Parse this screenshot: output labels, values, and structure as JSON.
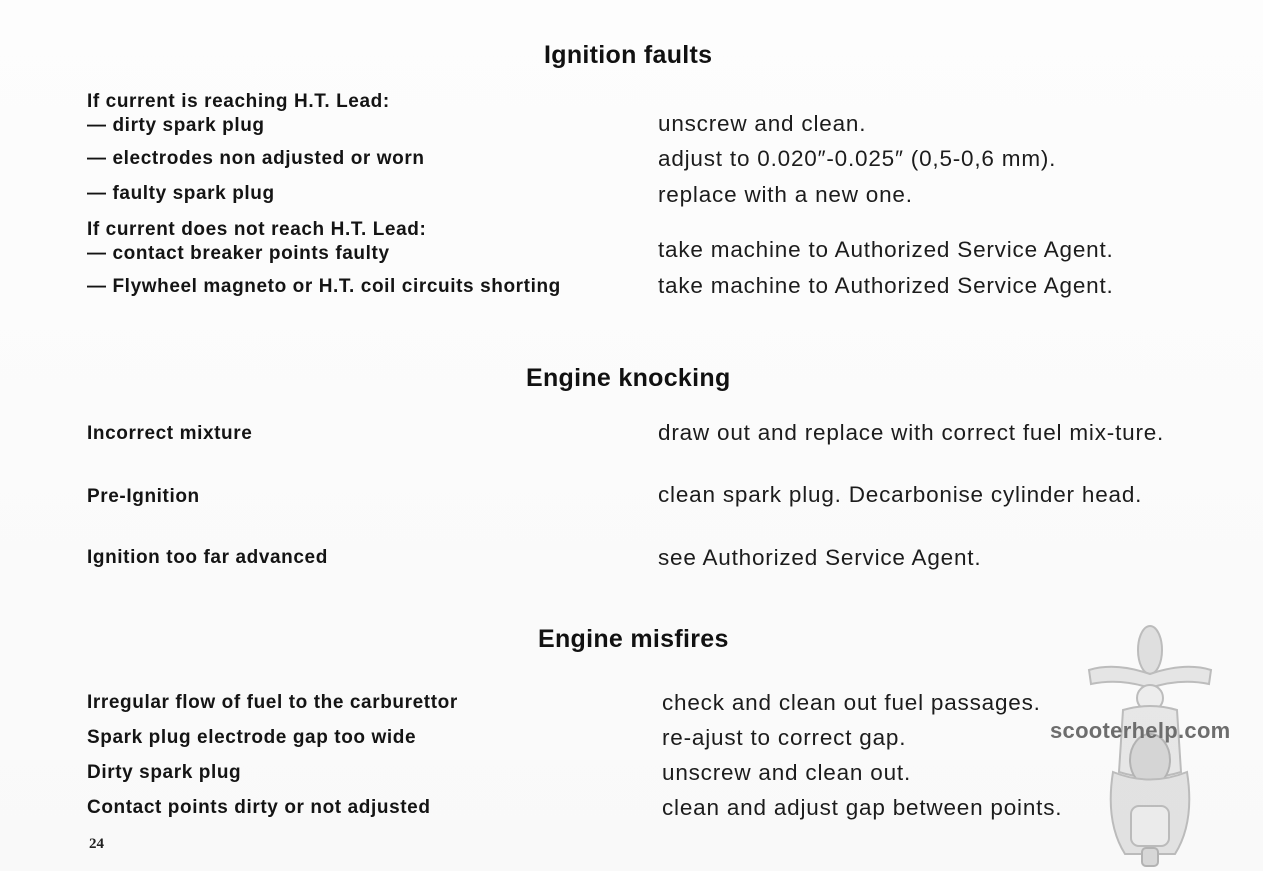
{
  "sections": [
    {
      "title": "Ignition faults",
      "rows": [
        {
          "cause": "If current is reaching H.T. Lead:",
          "remedy": ""
        },
        {
          "cause": "— dirty spark plug",
          "remedy": "unscrew and clean."
        },
        {
          "cause": "— electrodes non adjusted or worn",
          "remedy": "adjust to 0.020″-0.025″ (0,5-0,6 mm)."
        },
        {
          "cause": "— faulty spark plug",
          "remedy": "replace with a new one."
        },
        {
          "cause": "If current does not reach H.T. Lead:",
          "remedy": ""
        },
        {
          "cause": "— contact breaker points faulty",
          "remedy": "take machine to Authorized Service Agent."
        },
        {
          "cause": "— Flywheel magneto or H.T. coil circuits shorting",
          "remedy": "take machine to Authorized Service Agent."
        }
      ]
    },
    {
      "title": "Engine knocking",
      "rows": [
        {
          "cause": "Incorrect mixture",
          "remedy": "draw out and replace with correct fuel mix-ture."
        },
        {
          "cause": "Pre-Ignition",
          "remedy": "clean spark plug. Decarbonise cylinder head."
        },
        {
          "cause": "Ignition too far advanced",
          "remedy": "see Authorized Service Agent."
        }
      ]
    },
    {
      "title": "Engine misfires",
      "rows": [
        {
          "cause": "Irregular flow of fuel to the carburettor",
          "remedy": "check and clean out fuel passages."
        },
        {
          "cause": "Spark plug electrode gap too wide",
          "remedy": "re-ajust to correct gap."
        },
        {
          "cause": "Dirty spark plug",
          "remedy": "unscrew and clean out."
        },
        {
          "cause": "Contact points dirty or not adjusted",
          "remedy": "clean and adjust gap between points."
        }
      ]
    }
  ],
  "page_number": "24",
  "watermark": {
    "text": "scooterhelp.com",
    "icon": "scooter-icon"
  }
}
